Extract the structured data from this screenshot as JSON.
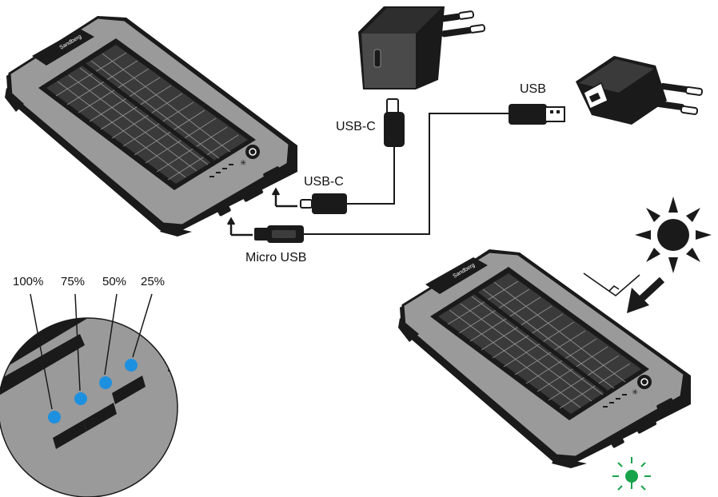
{
  "brand": {
    "name": "Sandberg"
  },
  "labels": {
    "usb_c_top": "USB-C",
    "usb_c_mid": "USB-C",
    "usb": "USB",
    "micro_usb": "Micro USB"
  },
  "battery_levels": [
    "100%",
    "75%",
    "50%",
    "25%"
  ],
  "colors": {
    "body_gray": "#9a9a9a",
    "dark": "#1a1a1a",
    "led_blue": "#1e90e0",
    "led_green": "#16a34a"
  },
  "icons": [
    "wall-charger-usb-c-icon",
    "wall-charger-usb-a-icon",
    "sun-icon",
    "arrow-icon",
    "power-button-icon",
    "flashlight-icon"
  ]
}
